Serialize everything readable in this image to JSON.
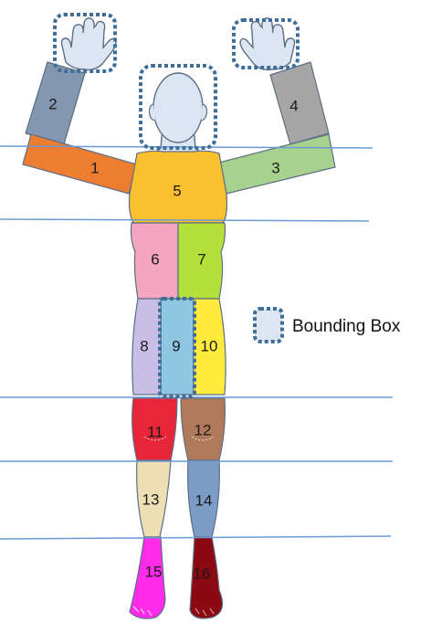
{
  "legend": {
    "label": "Bounding Box"
  },
  "segments": [
    {
      "id": "1",
      "label": "1",
      "color": "#ED7D31"
    },
    {
      "id": "2",
      "label": "2",
      "color": "#8497B0"
    },
    {
      "id": "3",
      "label": "3",
      "color": "#A9D18E"
    },
    {
      "id": "4",
      "label": "4",
      "color": "#A6A6A6"
    },
    {
      "id": "5",
      "label": "5",
      "color": "#FBC02D"
    },
    {
      "id": "6",
      "label": "6",
      "color": "#F4A6C0"
    },
    {
      "id": "7",
      "label": "7",
      "color": "#B5E03A"
    },
    {
      "id": "8",
      "label": "8",
      "color": "#C9BFE6"
    },
    {
      "id": "9",
      "label": "9",
      "color": "#8FC7E3"
    },
    {
      "id": "10",
      "label": "10",
      "color": "#FFEB3B"
    },
    {
      "id": "11",
      "label": "11",
      "color": "#E8263A"
    },
    {
      "id": "12",
      "label": "12",
      "color": "#B07A5A"
    },
    {
      "id": "13",
      "label": "13",
      "color": "#EEDFB4"
    },
    {
      "id": "14",
      "label": "14",
      "color": "#7A9CC6"
    },
    {
      "id": "15",
      "label": "15",
      "color": "#FF2BE8"
    },
    {
      "id": "16",
      "label": "16",
      "color": "#8B0A12"
    }
  ],
  "colors": {
    "skin": "#DCE6F2",
    "outline": "#5B6E86",
    "bbox_stroke": "#3F6E99",
    "bbox_fill": "#DCE6F2",
    "guide_line": "#6A9AD2"
  }
}
